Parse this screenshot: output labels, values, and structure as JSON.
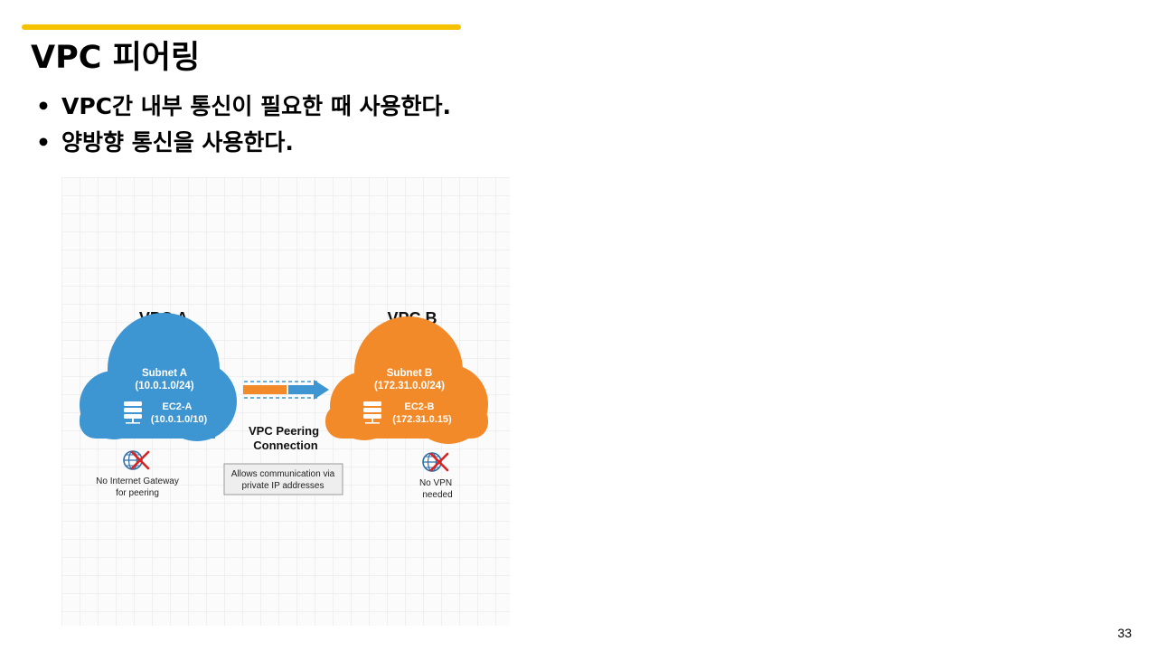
{
  "slide": {
    "title": "VPC 피어링",
    "bullets": [
      "VPC간 내부 통신이 필요한 때 사용한다.",
      "양방향 통신을 사용한다."
    ],
    "bullet_symbol": "•",
    "accent_color": "#f5c200",
    "page_number": "33"
  },
  "diagram": {
    "vpc_a": {
      "title": "VPC A",
      "subnet_label": "Subnet A",
      "subnet_cidr": "(10.0.1.0/24)",
      "instance_label": "EC2-A",
      "instance_ip": "(10.0.1.0/10)",
      "color": "#3d95d2",
      "icon": "server-icon"
    },
    "vpc_b": {
      "title": "VPC B",
      "subnet_label": "Subnet B",
      "subnet_cidr": "(172.31.0.0/24)",
      "instance_label": "EC2-B",
      "instance_ip": "(172.31.0.15)",
      "color": "#f38a2a",
      "icon": "server-icon"
    },
    "connection": {
      "label_line1": "VPC Peering",
      "label_line2": "Connection",
      "note_line1": "Allows communication via",
      "note_line2": "private IP addresses",
      "arrow_colors": [
        "#f38a2a",
        "#3d95d2"
      ]
    },
    "left_note": {
      "line1": "No Internet Gateway",
      "line2": "for peering",
      "icon": "globe-crossed-icon"
    },
    "right_note": {
      "line1": "No VPN",
      "line2": "needed",
      "icon": "globe-crossed-icon"
    }
  }
}
